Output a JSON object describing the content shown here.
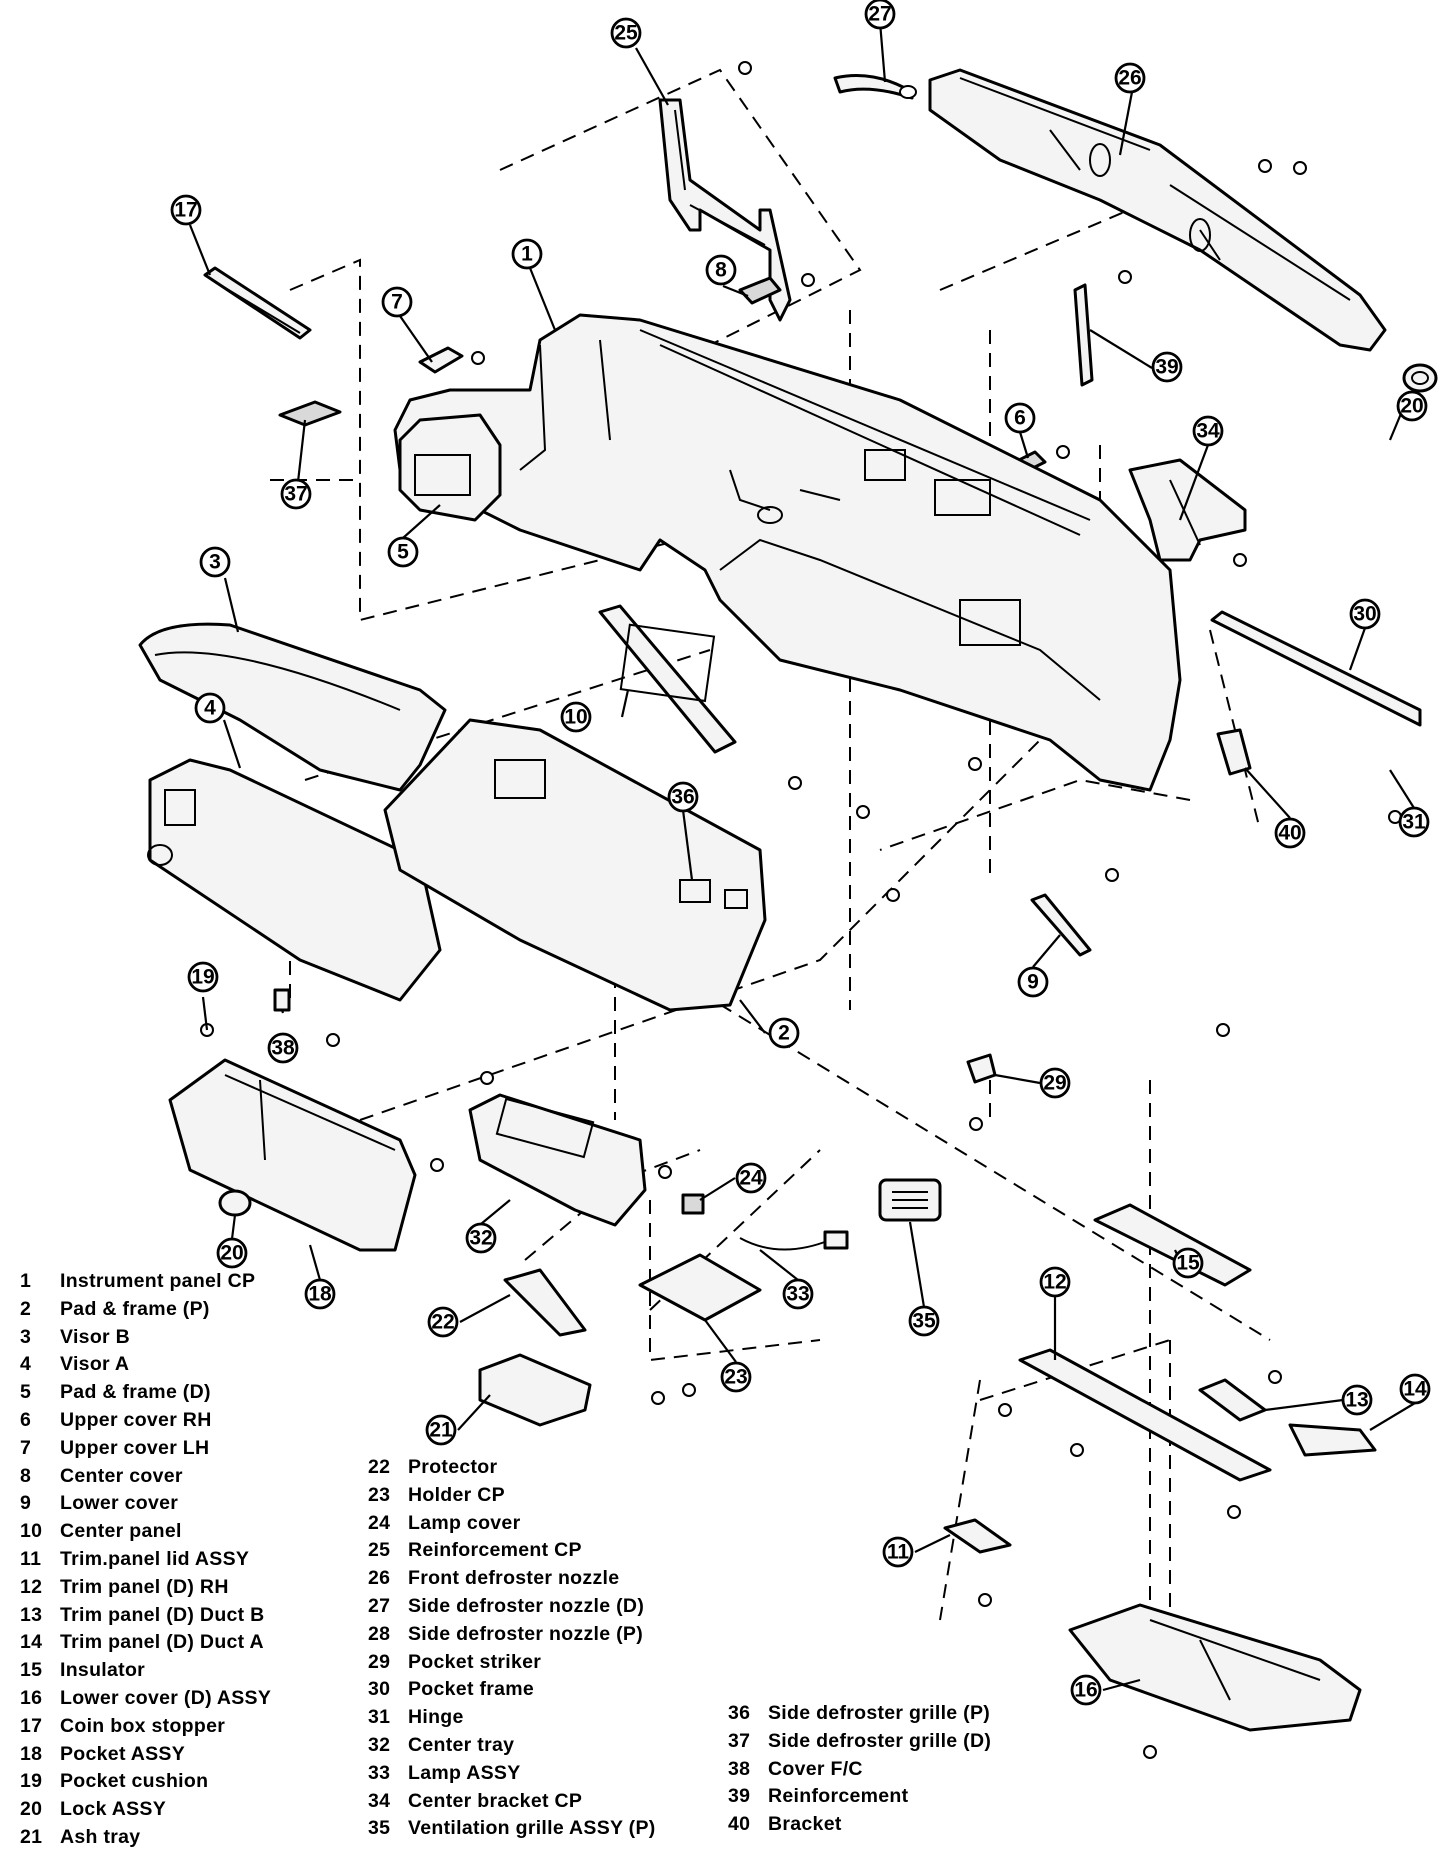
{
  "callouts": [
    {
      "number": "1"
    },
    {
      "number": "2"
    },
    {
      "number": "3"
    },
    {
      "number": "4"
    },
    {
      "number": "5"
    },
    {
      "number": "6"
    },
    {
      "number": "7"
    },
    {
      "number": "8"
    },
    {
      "number": "9"
    },
    {
      "number": "10"
    },
    {
      "number": "11"
    },
    {
      "number": "12"
    },
    {
      "number": "13"
    },
    {
      "number": "14"
    },
    {
      "number": "15"
    },
    {
      "number": "16"
    },
    {
      "number": "17"
    },
    {
      "number": "18"
    },
    {
      "number": "19"
    },
    {
      "number": "20"
    },
    {
      "number": "20"
    },
    {
      "number": "21"
    },
    {
      "number": "22"
    },
    {
      "number": "23"
    },
    {
      "number": "24"
    },
    {
      "number": "25"
    },
    {
      "number": "26"
    },
    {
      "number": "27"
    },
    {
      "number": "29"
    },
    {
      "number": "30"
    },
    {
      "number": "31"
    },
    {
      "number": "32"
    },
    {
      "number": "33"
    },
    {
      "number": "34"
    },
    {
      "number": "35"
    },
    {
      "number": "36"
    },
    {
      "number": "37"
    },
    {
      "number": "38"
    },
    {
      "number": "39"
    },
    {
      "number": "40"
    }
  ],
  "legend": {
    "column1": [
      {
        "number": "1",
        "label": "Instrument panel CP"
      },
      {
        "number": "2",
        "label": "Pad & frame (P)"
      },
      {
        "number": "3",
        "label": "Visor B"
      },
      {
        "number": "4",
        "label": "Visor A"
      },
      {
        "number": "5",
        "label": "Pad & frame (D)"
      },
      {
        "number": "6",
        "label": "Upper cover RH"
      },
      {
        "number": "7",
        "label": "Upper cover LH"
      },
      {
        "number": "8",
        "label": "Center cover"
      },
      {
        "number": "9",
        "label": "Lower cover"
      },
      {
        "number": "10",
        "label": "Center panel"
      },
      {
        "number": "11",
        "label": "Trim.panel lid ASSY"
      },
      {
        "number": "12",
        "label": "Trim panel (D) RH"
      },
      {
        "number": "13",
        "label": "Trim panel (D) Duct B"
      },
      {
        "number": "14",
        "label": "Trim panel (D) Duct A"
      },
      {
        "number": "15",
        "label": "Insulator"
      },
      {
        "number": "16",
        "label": "Lower cover (D) ASSY"
      },
      {
        "number": "17",
        "label": "Coin box stopper"
      },
      {
        "number": "18",
        "label": "Pocket ASSY"
      },
      {
        "number": "19",
        "label": "Pocket cushion"
      },
      {
        "number": "20",
        "label": "Lock ASSY"
      },
      {
        "number": "21",
        "label": "Ash tray"
      }
    ],
    "column2": [
      {
        "number": "22",
        "label": "Protector"
      },
      {
        "number": "23",
        "label": "Holder CP"
      },
      {
        "number": "24",
        "label": "Lamp cover"
      },
      {
        "number": "25",
        "label": "Reinforcement CP"
      },
      {
        "number": "26",
        "label": "Front defroster nozzle"
      },
      {
        "number": "27",
        "label": "Side defroster nozzle (D)"
      },
      {
        "number": "28",
        "label": "Side defroster nozzle (P)"
      },
      {
        "number": "29",
        "label": "Pocket striker"
      },
      {
        "number": "30",
        "label": "Pocket frame"
      },
      {
        "number": "31",
        "label": "Hinge"
      },
      {
        "number": "32",
        "label": "Center tray"
      },
      {
        "number": "33",
        "label": "Lamp ASSY"
      },
      {
        "number": "34",
        "label": "Center bracket CP"
      },
      {
        "number": "35",
        "label": "Ventilation grille ASSY (P)"
      }
    ],
    "column3": [
      {
        "number": "36",
        "label": "Side defroster grille (P)"
      },
      {
        "number": "37",
        "label": "Side defroster grille (D)"
      },
      {
        "number": "38",
        "label": "Cover F/C"
      },
      {
        "number": "39",
        "label": "Reinforcement"
      },
      {
        "number": "40",
        "label": "Bracket"
      }
    ]
  }
}
